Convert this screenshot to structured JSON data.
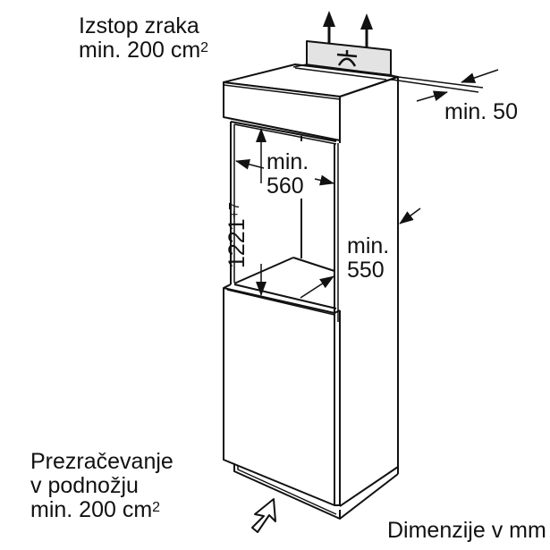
{
  "labels": {
    "air_outlet_line1": "Izstop zraka",
    "air_outlet_line2": "min. 200 cm",
    "air_outlet_sup": "2",
    "top_gap": "min. 50",
    "width_line1": "min.",
    "width_line2": "560",
    "depth_line1": "min.",
    "depth_line2": "550",
    "height_value": "1221",
    "height_tolerance": "+7",
    "plinth_line1": "Prezračevanje",
    "plinth_line2": "v podnožju",
    "plinth_line3": "min. 200 cm",
    "plinth_sup": "2",
    "units_note": "Dimenzije v mm"
  },
  "icons": {
    "vent_symbol": "fan-vent-icon",
    "air_out_arrows": "arrow-up-icon",
    "air_in_arrow": "hollow-arrow-icon"
  },
  "colors": {
    "line": "#111111",
    "vent_fill": "#e3e3e3",
    "background": "#ffffff"
  }
}
